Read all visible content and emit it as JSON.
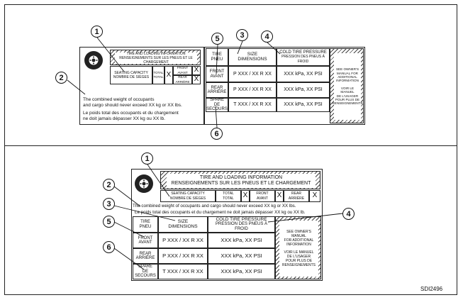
{
  "figure_id": "SDI2496",
  "callouts": [
    "1",
    "2",
    "3",
    "4",
    "5",
    "6"
  ],
  "label": {
    "info_title_en": "TIRE AND LOADING INFORMATION",
    "info_title_fr": "RENSEIGNEMENTS SUR LES PNEUS ET LE CHARGEMENT",
    "seating_en": "SEATING CAPACITY",
    "seating_fr": "NOMBRE DE SIÈGES",
    "total_en": "TOTAL",
    "total_fr": "TOTAL",
    "front_en": "FRONT",
    "front_fr": "AVANT",
    "rear_en": "REAR",
    "rear_fr": "ARRIÈRE",
    "x": "X",
    "weight_en_1": "The combined weight of occupants",
    "weight_en_2": "and cargo should never exceed XX kg or XX lbs.",
    "weight_fr_1": "Le poids total des occupants et du chargement",
    "weight_fr_2": "ne doit jamais dépasser XX kg ou XX lb.",
    "weight_en_full": "The combined weight of occupants and cargo should never exceed XX kg or XX lbs.",
    "weight_fr_full": "Le poids total des occupants et du chargement ne doit jamais dépasser XX kg ou XX lb.",
    "tire_en": "TIRE",
    "tire_fr": "PNEU",
    "size_en": "SIZE",
    "size_fr": "DIMENSIONS",
    "pressure_en": "COLD TIRE PRESSURE",
    "pressure_fr": "PRESSION DES PNEUS À FROID",
    "rows": [
      {
        "en": "FRONT",
        "fr": "AVANT",
        "size": "P XXX / XX R XX",
        "pressure": "XXX kPa, XX PSI"
      },
      {
        "en": "REAR",
        "fr": "ARRIÈRE",
        "size": "P XXX / XX R XX",
        "pressure": "XXX kPa, XX PSI"
      },
      {
        "en": "SPARE",
        "fr": "DE SECOURS",
        "size": "T XXX / XX R XX",
        "pressure": "XXX kPa, XX PSI"
      }
    ],
    "manual_en_1": "SEE OWNER'S",
    "manual_en_2": "MANUAL FOR",
    "manual_en_3": "ADDITIONAL",
    "manual_en_4": "INFORMATION",
    "manual_fr_1": "VOIR LE MANUEL",
    "manual_fr_2": "DE L'USAGER",
    "manual_fr_3": "POUR PLUS DE",
    "manual_fr_4": "RENSEIGNEMENTS",
    "manual_en_a": "SEE OWNER'S MANUAL",
    "manual_en_b": "FOR ADDITIONAL"
  }
}
